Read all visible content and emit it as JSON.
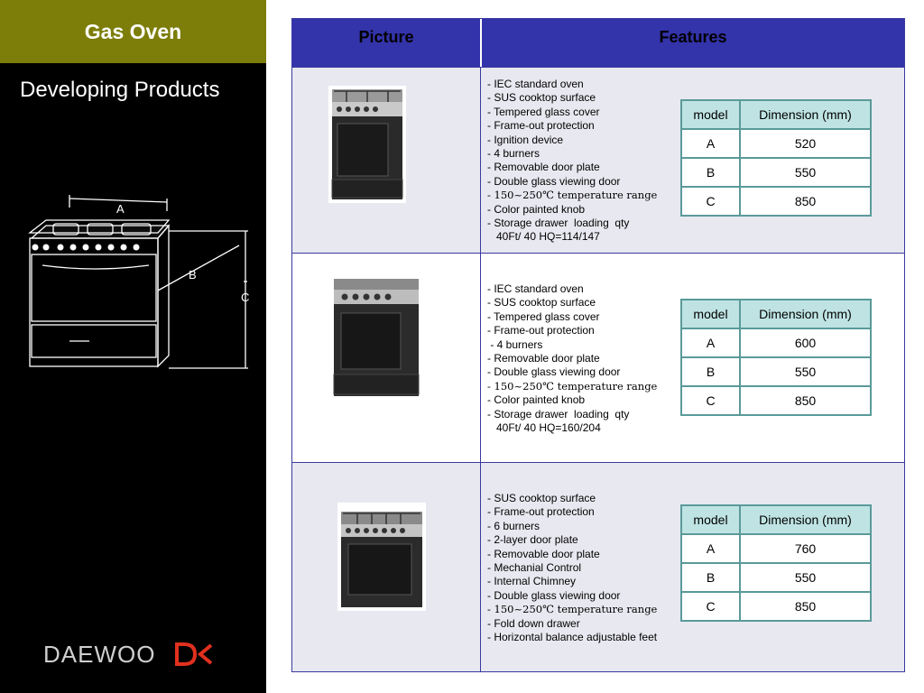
{
  "sidebar": {
    "title": "Gas Oven",
    "subtitle": "Developing Products",
    "diagram_labels": {
      "a": "A",
      "b": "B",
      "c": "C"
    },
    "logo_text": "DAEWOO"
  },
  "table": {
    "headers": {
      "picture": "Picture",
      "features": "Features"
    },
    "dim_headers": {
      "model": "model",
      "dimension": "Dimension (mm)"
    },
    "rows": [
      {
        "features": [
          "- IEC standard oven",
          "- SUS cooktop surface",
          "- Tempered glass cover",
          "- Frame-out protection",
          "- Ignition device",
          "- 4 burners",
          "- Removable door plate",
          "- Double glass viewing door",
          "- 150~250℃ temperature range",
          "- Color painted knob",
          "- Storage drawer  loading  qty",
          "   40Ft/ 40 HQ=114/147"
        ],
        "dimensions": [
          {
            "model": "A",
            "value": "520"
          },
          {
            "model": "B",
            "value": "550"
          },
          {
            "model": "C",
            "value": "850"
          }
        ]
      },
      {
        "features": [
          "- IEC standard oven",
          "- SUS cooktop surface",
          "- Tempered glass cover",
          "- Frame-out protection",
          " - 4 burners",
          "- Removable door plate",
          "- Double glass viewing door",
          "- 150~250℃ temperature range",
          "- Color painted knob",
          "- Storage drawer  loading  qty",
          "   40Ft/ 40 HQ=160/204"
        ],
        "dimensions": [
          {
            "model": "A",
            "value": "600"
          },
          {
            "model": "B",
            "value": "550"
          },
          {
            "model": "C",
            "value": "850"
          }
        ]
      },
      {
        "features": [
          "- SUS cooktop surface",
          "- Frame-out protection",
          "- 6 burners",
          "- 2-layer door plate",
          "- Removable door plate",
          "- Mechanial Control",
          "- Internal Chimney",
          "- Double glass viewing door",
          "- 150~250℃ temperature range",
          "- Fold down drawer",
          "- Horizontal balance adjustable feet"
        ],
        "dimensions": [
          {
            "model": "A",
            "value": "760"
          },
          {
            "model": "B",
            "value": "550"
          },
          {
            "model": "C",
            "value": "850"
          }
        ]
      }
    ]
  },
  "colors": {
    "header_blue": "#3333aa",
    "olive": "#7d7d0a",
    "dim_header": "#bfe3e3",
    "logo_red": "#e0301e"
  }
}
